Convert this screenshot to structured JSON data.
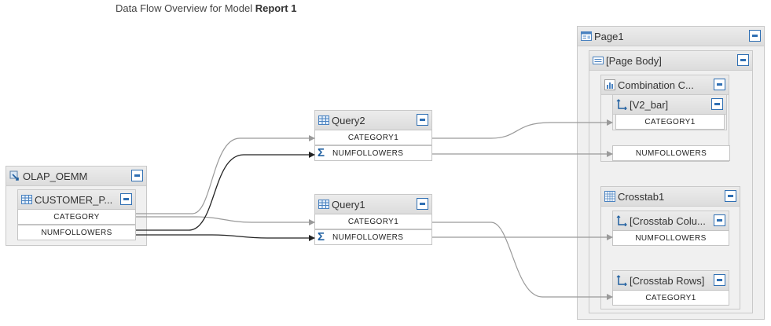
{
  "title": {
    "prefix": "Data Flow Overview for Model",
    "model": "Report 1"
  },
  "nodes": {
    "olap": {
      "label": "OLAP_OEMM"
    },
    "customer": {
      "label": "CUSTOMER_P...",
      "fields": [
        "CATEGORY",
        "NUMFOLLOWERS"
      ]
    },
    "query2": {
      "label": "Query2",
      "fields": [
        "CATEGORY1",
        "NUMFOLLOWERS"
      ]
    },
    "query1": {
      "label": "Query1",
      "fields": [
        "CATEGORY1",
        "NUMFOLLOWERS"
      ]
    },
    "page1": {
      "label": "Page1"
    },
    "page_body": {
      "label": "[Page Body]"
    },
    "combination": {
      "label": "Combination C..."
    },
    "v2_bar": {
      "label": "[V2_bar]",
      "fields": [
        "CATEGORY1",
        "NUMFOLLOWERS"
      ]
    },
    "crosstab1": {
      "label": "Crosstab1"
    },
    "crosstab_columns": {
      "label": "[Crosstab Colu...",
      "fields": [
        "NUMFOLLOWERS"
      ]
    },
    "crosstab_rows": {
      "label": "[Crosstab Rows]",
      "fields": [
        "CATEGORY1"
      ]
    }
  },
  "icons": {
    "olap": "olap-cube-icon",
    "customer": "table-icon",
    "query": "query-table-icon",
    "measure": "sigma-icon",
    "page": "page-icon",
    "page_body": "page-body-icon",
    "combination": "chart-icon",
    "axis": "axis-icon",
    "crosstab": "crosstab-icon",
    "collapse": "collapse-icon"
  },
  "colors": {
    "accent": "#2f6fb3",
    "wire_dark": "#222222",
    "wire_light": "#9a9a9a"
  }
}
